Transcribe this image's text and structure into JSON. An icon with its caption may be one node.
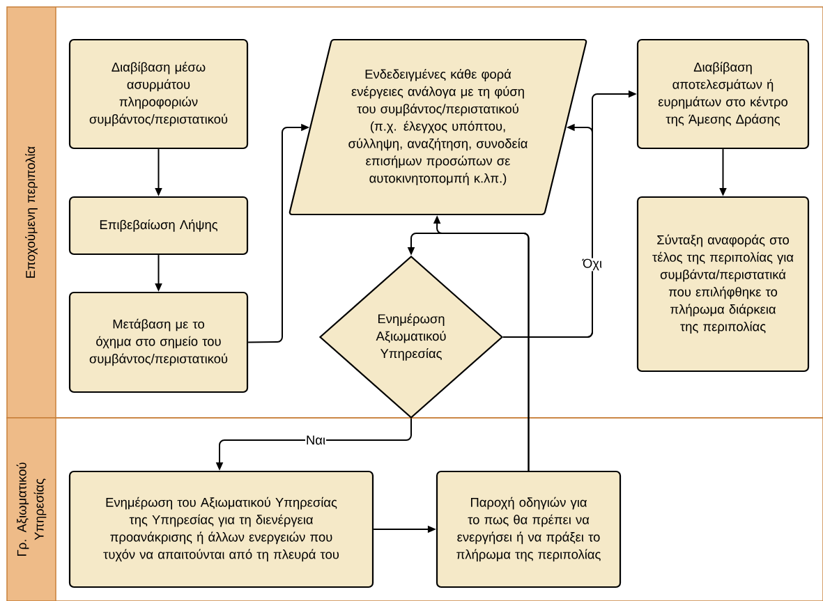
{
  "diagram": {
    "nodes": [
      {
        "text": [
          "Εποχούμενη περιπολία"
        ]
      },
      {
        "text": [
          "Γρ. Αξιωματικού Υπηρεσίας"
        ]
      },
      {
        "text": [
          "Διαβίβαση μέσω ασυρμάτου πληροφοριών συμβάντος/περιστατικού"
        ],
        "in": 0
      },
      {
        "text": [
          "Επιβεβαίωση Λήψης"
        ],
        "in": 0
      },
      {
        "text": [
          "Μετάβαση με το όχημα στο σημείο του συμβάντος/περιστατικού"
        ],
        "in": 0
      },
      {
        "text": [
          "Ενδεδειγμένες κάθε φορά ενέργειες ανάλογα με τη φύση του συμβάντος/περιστατικού (π.χ. έλεγχος υπόπτου, σύλληψη, αναζήτηση, συνοδεία επισήμων προσώπων σε αυτοκινητοπομπή κ.λπ.)"
        ],
        "in": 0
      },
      {
        "text": [
          "Διαβίβαση αποτελεσμάτων ή ευρημάτων στο κέντρο της Άμεσης Δράσης"
        ],
        "in": 0
      },
      {
        "text": [
          "Σύνταξη αναφοράς στο τέλος της περιπολίας για συμβάντα/περιστατικά που επιλήφθηκε το πλήρωμα διάρκεια της περιπολίας"
        ],
        "in": 0
      },
      {
        "text": [
          "Ενημέρωση Αξιωματικού Υπηρεσίας"
        ],
        "in": 0
      },
      {
        "text": [
          "Ενημέρωση του Αξιωματικού Υπηρεσίας της Υπηρεσίας για τη διενέργεια προανάκρισης ή άλλων ενεργειών που τυχόν να απαιτούνται από τη πλευρά του"
        ],
        "in": 1
      },
      {
        "text": [
          "Παροχή οδηγιών για το πως θα πρέπει να ενεργήσει ή να πράξει το πλήρωμα της περιπολίας"
        ],
        "in": 1
      }
    ],
    "edges": [
      {
        "from": 2,
        "to": 3,
        "arrow": "to"
      },
      {
        "from": 3,
        "to": 4,
        "arrow": "to"
      },
      {
        "from": 4,
        "to": 5,
        "arrow": "to"
      },
      {
        "from": 8,
        "to": 5,
        "arrow": "to",
        "label": "Όχι"
      },
      {
        "from": 8,
        "to": 6,
        "arrow": "to"
      },
      {
        "from": 6,
        "to": 7,
        "arrow": "to"
      },
      {
        "from": 8,
        "to": 9,
        "arrow": "to",
        "label": "Ναι"
      },
      {
        "from": 9,
        "to": 10,
        "arrow": "to"
      },
      {
        "from": 10,
        "to": 5,
        "arrow": "to"
      },
      {
        "from": 10,
        "to": 8,
        "arrow": "to"
      }
    ]
  }
}
